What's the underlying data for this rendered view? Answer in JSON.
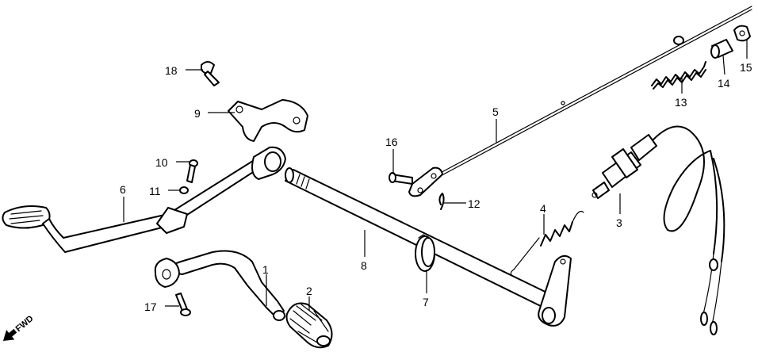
{
  "callouts": {
    "c1": "1",
    "c2": "2",
    "c3": "3",
    "c4": "4",
    "c5": "5",
    "c6": "6",
    "c7": "7",
    "c8": "8",
    "c9": "9",
    "c10": "10",
    "c11": "11",
    "c12": "12",
    "c13": "13",
    "c14": "14",
    "c15": "15",
    "c16": "16",
    "c17": "17",
    "c18": "18"
  },
  "direction_marker": {
    "label": "FWD",
    "icon": "arrow-left-icon"
  },
  "colors": {
    "line": "#000000",
    "background": "#ffffff"
  }
}
